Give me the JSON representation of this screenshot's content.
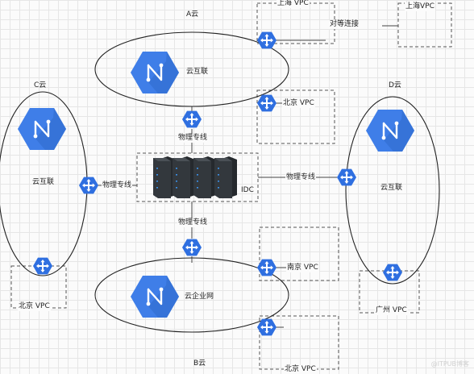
{
  "clouds": {
    "a": {
      "title": "A云",
      "service": "云互联"
    },
    "b": {
      "title": "B云",
      "service": "云企业网"
    },
    "c": {
      "title": "C云",
      "service": "云互联"
    },
    "d": {
      "title": "D云",
      "service": "云互联"
    }
  },
  "vpcs": {
    "a_shanghai": "上海 VPC",
    "a_beijing": "北京 VPC",
    "peer_shanghai": "上海VPC",
    "c_beijing": "北京 VPC",
    "b_nanjing": "南京 VPC",
    "b_beijing": "北京 VPC",
    "d_guangzhou": "广州 VPC"
  },
  "links": {
    "peering": "对等连接",
    "leased_line_top": "物理专线",
    "leased_line_left": "物理专线",
    "leased_line_right": "物理专线",
    "leased_line_bottom": "物理专线"
  },
  "idc": {
    "label": "IDC"
  },
  "colors": {
    "service_blue": "#3f7ee8",
    "gateway_blue": "#2f6fe0",
    "server_dark": "#2e3338",
    "line": "#444444",
    "dashed": "#555555"
  },
  "watermark": "@ITPUB博客"
}
